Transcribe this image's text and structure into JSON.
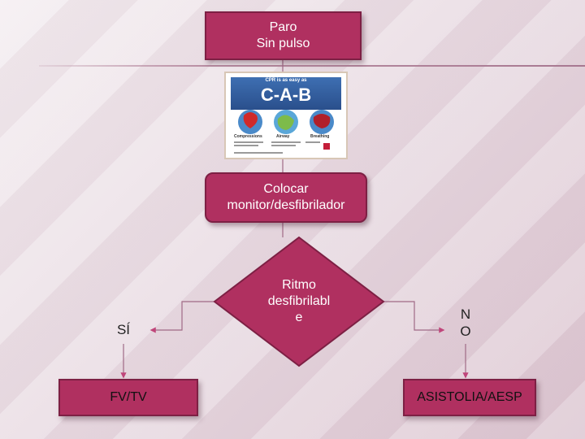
{
  "diagram": {
    "start": "Paro\nSin pulso",
    "monitor": "Colocar\nmonitor/desfibrilador",
    "decision": "Ritmo\ndesfibrilabl\ne",
    "yes_label": "SÍ",
    "no_label": "N\nO",
    "yes_result": "FV/TV",
    "no_result": "ASISTOLIA/AESP"
  },
  "poster": {
    "tagline": "CPR is as easy as",
    "title": "C-A-B",
    "captions": [
      "Compressions",
      "Airway",
      "Breathing"
    ]
  },
  "colors": {
    "box_fill": "#b03060",
    "box_border": "#7d2044",
    "connector": "#a06a86",
    "arrow": "#c0457a"
  }
}
